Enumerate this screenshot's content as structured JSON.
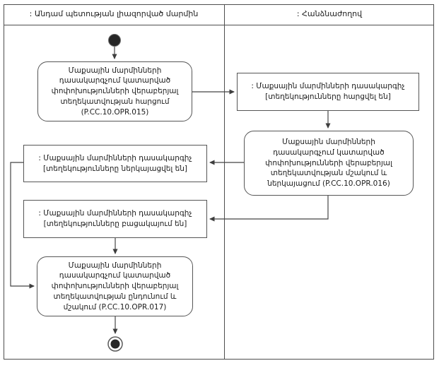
{
  "lanes": [
    {
      "title": ": Անդամ պետության լիազորված մարմին"
    },
    {
      "title": ": Հանձնաժողով"
    }
  ],
  "nodes": {
    "action_015": {
      "text": "Մաքսային մարմինների\nդասակարգչում կատարված\nփոփոխությունների վերաբերյալ\nտեղեկատվության հարցում\n(P.CC.10.OPR.015)"
    },
    "object_requested": {
      "name": ": Մաքսային մարմինների դասակարգիչ",
      "state": "[տեղեկությունները հարցվել են]"
    },
    "action_016": {
      "text": "Մաքսային մարմինների\nդասակարգչում կատարված\nփոփոխությունների վերաբերյալ\nտեղեկատվության մշակում և\nներկայացում (P.CC.10.OPR.016)"
    },
    "object_presented": {
      "name": ": Մաքսային մարմինների դասակարգիչ",
      "state": "[տեղեկությունները ներկայացվել են]"
    },
    "object_missing": {
      "name": ": Մաքսային մարմինների դասակարգիչ",
      "state": "[տեղեկությունները բացակայում են]"
    },
    "action_017": {
      "text": "Մաքսային մարմինների\nդասակարգչում կատարված\nփոփոխությունների վերաբերյալ\nտեղեկատվության ընդունում և\nմշակում (P.CC.10.OPR.017)"
    }
  },
  "colors": {
    "line": "#454545",
    "box_border": "#565656",
    "lane_border": "#4e4e4e",
    "text": "#1c1c1c",
    "background": "#ffffff",
    "node_fill": "#262626"
  }
}
